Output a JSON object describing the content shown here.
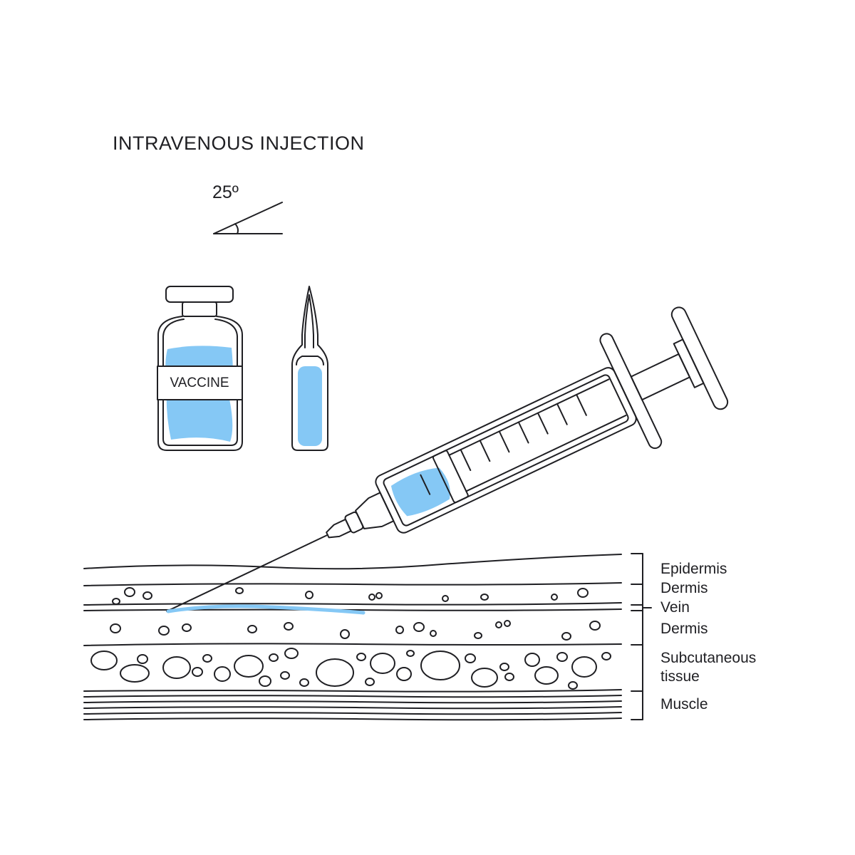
{
  "title": "INTRAVENOUS INJECTION",
  "angle": {
    "label": "25º"
  },
  "vial": {
    "label": "VACCINE"
  },
  "colors": {
    "line": "#1f1f23",
    "fluid": "#85c8f5",
    "vein": "#85c8f5",
    "background": "#ffffff"
  },
  "layers": [
    {
      "id": "epidermis",
      "label": "Epidermis"
    },
    {
      "id": "dermis-upper",
      "label": "Dermis"
    },
    {
      "id": "vein",
      "label": "Vein"
    },
    {
      "id": "dermis-lower",
      "label": "Dermis"
    },
    {
      "id": "subcutaneous",
      "label": "Subcutaneous tissue"
    },
    {
      "id": "muscle",
      "label": "Muscle"
    }
  ]
}
